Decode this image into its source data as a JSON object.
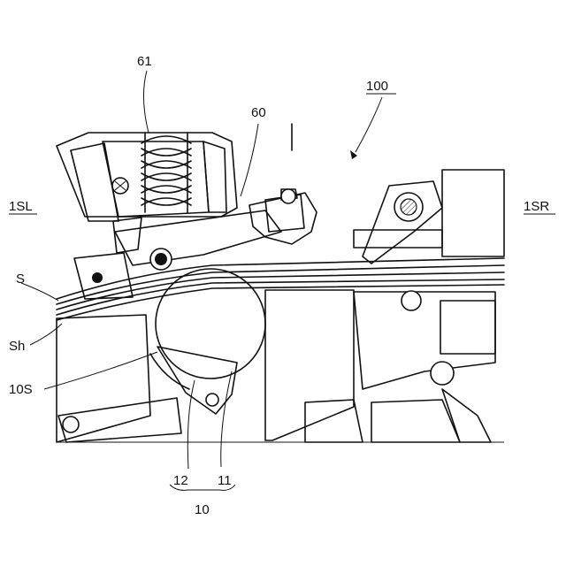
{
  "labels": {
    "ref_100": "100",
    "ref_61": "61",
    "ref_60": "60",
    "ref_1SL": "1SL",
    "ref_1SR": "1SR",
    "ref_S": "S",
    "ref_Sh": "Sh",
    "ref_10S": "10S",
    "ref_12": "12",
    "ref_11": "11",
    "ref_10": "10"
  }
}
